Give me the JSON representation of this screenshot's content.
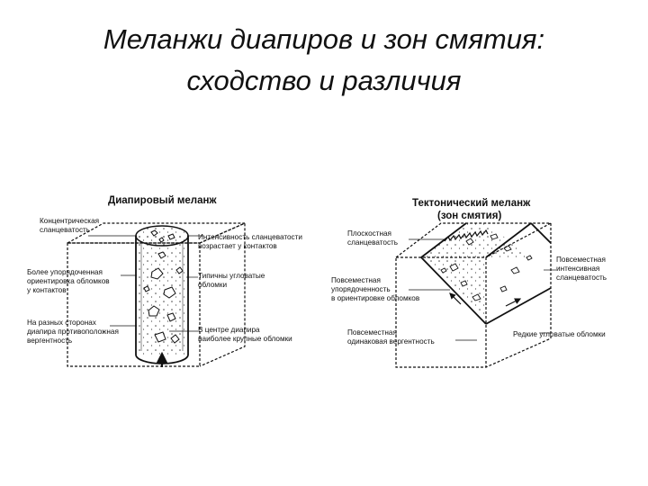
{
  "title": {
    "line1": "Меланжи диапиров и зон смятия:",
    "line2": "сходство и различия"
  },
  "left_panel": {
    "heading": "Диапировый меланж",
    "labels": {
      "concentric": [
        "Концентрическая",
        "сланцеватость"
      ],
      "ordered": [
        "Более упорядоченная",
        "ориентировка обломков",
        "у контактов"
      ],
      "opposite": [
        "На разных сторонах",
        "диапира противоположная",
        "вергентность"
      ],
      "intensity": [
        "Интенсивность сланцеватости",
        "возрастает у контактов"
      ],
      "angular": [
        "Типичны угловатые",
        "обломки"
      ],
      "center": [
        "В центре диапира",
        "наиболее крупные обломки"
      ]
    }
  },
  "right_panel": {
    "heading": [
      "Тектонический меланж",
      "(зон смятия)"
    ],
    "labels": {
      "planar": [
        "Плоскостная",
        "сланцеватость"
      ],
      "ubiquitous_ordered": [
        "Повсеместная",
        "упорядоченность",
        "в ориентировке обломков"
      ],
      "ubiquitous_vergence": [
        "Повсеместная",
        "одинаковая вергентность"
      ],
      "intensive": [
        "Повсеместная",
        "интенсивная",
        "сланцеватость"
      ],
      "rare": [
        "Редкие угловатые обломки"
      ]
    }
  }
}
